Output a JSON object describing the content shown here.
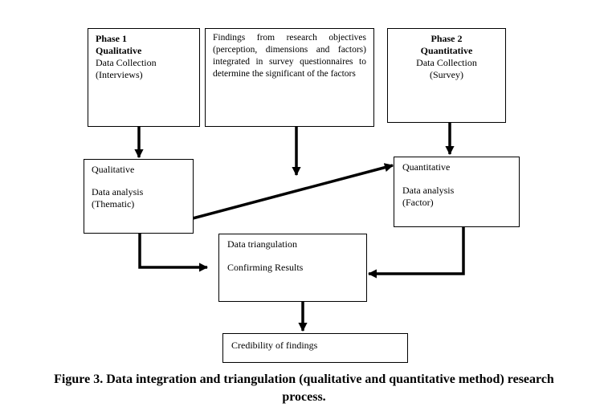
{
  "phase1": {
    "title": "Phase 1",
    "subtitle": "Qualitative",
    "line1": "Data Collection",
    "line2": "(Interviews)"
  },
  "findings": {
    "text": "Findings from research objectives (perception, dimensions and factors) integrated in survey questionnaires to determine the significant of the factors"
  },
  "phase2": {
    "title": "Phase 2",
    "subtitle": "Quantitative",
    "line1": "Data Collection",
    "line2": "(Survey)"
  },
  "qual_analysis": {
    "title": "Qualitative",
    "line1": "Data analysis",
    "line2": "(Thematic)"
  },
  "quant_analysis": {
    "title": "Quantitative",
    "line1": "Data analysis",
    "line2": "(Factor)"
  },
  "triangulation": {
    "title": "Data triangulation",
    "line1": "Confirming Results"
  },
  "credibility": {
    "text": "Credibility of findings"
  },
  "caption": {
    "line1": "Figure 3. Data integration and triangulation (qualitative and quantitative method) research",
    "line2": "process."
  }
}
